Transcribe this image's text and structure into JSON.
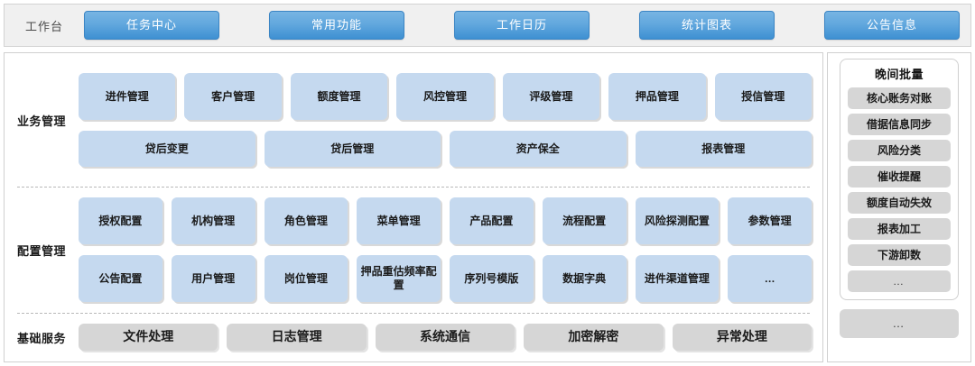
{
  "header": {
    "title": "工作台",
    "buttons": [
      {
        "label": "任务中心"
      },
      {
        "label": "常用功能"
      },
      {
        "label": "工作日历"
      },
      {
        "label": "统计图表"
      },
      {
        "label": "公告信息"
      }
    ]
  },
  "bands": [
    {
      "label": "业务管理",
      "rows": [
        {
          "tiles": [
            {
              "label": "进件管理"
            },
            {
              "label": "客户管理"
            },
            {
              "label": "额度管理"
            },
            {
              "label": "风控管理"
            },
            {
              "label": "评级管理"
            },
            {
              "label": "押品管理"
            },
            {
              "label": "授信管理"
            }
          ]
        },
        {
          "tiles": [
            {
              "label": "贷后变更"
            },
            {
              "label": "贷后管理"
            },
            {
              "label": "资产保全"
            },
            {
              "label": "报表管理"
            }
          ]
        }
      ]
    },
    {
      "label": "配置管理",
      "rows": [
        {
          "tiles": [
            {
              "label": "授权配置"
            },
            {
              "label": "机构管理"
            },
            {
              "label": "角色管理"
            },
            {
              "label": "菜单管理"
            },
            {
              "label": "产品配置"
            },
            {
              "label": "流程配置"
            },
            {
              "label": "风险探测配置"
            },
            {
              "label": "参数管理"
            }
          ]
        },
        {
          "tiles": [
            {
              "label": "公告配置"
            },
            {
              "label": "用户管理"
            },
            {
              "label": "岗位管理"
            },
            {
              "label": "押品重估频率配置"
            },
            {
              "label": "序列号模版"
            },
            {
              "label": "数据字典"
            },
            {
              "label": "进件渠道管理"
            },
            {
              "label": "…"
            }
          ]
        }
      ]
    },
    {
      "label": "基础服务",
      "rows": [
        {
          "tiles": [
            {
              "label": "文件处理"
            },
            {
              "label": "日志管理"
            },
            {
              "label": "系统通信"
            },
            {
              "label": "加密解密"
            },
            {
              "label": "异常处理"
            }
          ]
        }
      ]
    }
  ],
  "right_panel": {
    "batch": {
      "title": "晚间批量",
      "items": [
        {
          "label": "核心账务对账"
        },
        {
          "label": "借据信息同步"
        },
        {
          "label": "风险分类"
        },
        {
          "label": "催收提醒"
        },
        {
          "label": "额度自动失效"
        },
        {
          "label": "报表加工"
        },
        {
          "label": "下游卸数"
        },
        {
          "label": "…"
        }
      ]
    },
    "footer_label": "…"
  },
  "colors": {
    "accent_blue": "#3e90d2",
    "tile_blue": "#c5d9ef",
    "tile_gray": "#d6d6d6",
    "topbar_bg": "#f0f0f0"
  }
}
